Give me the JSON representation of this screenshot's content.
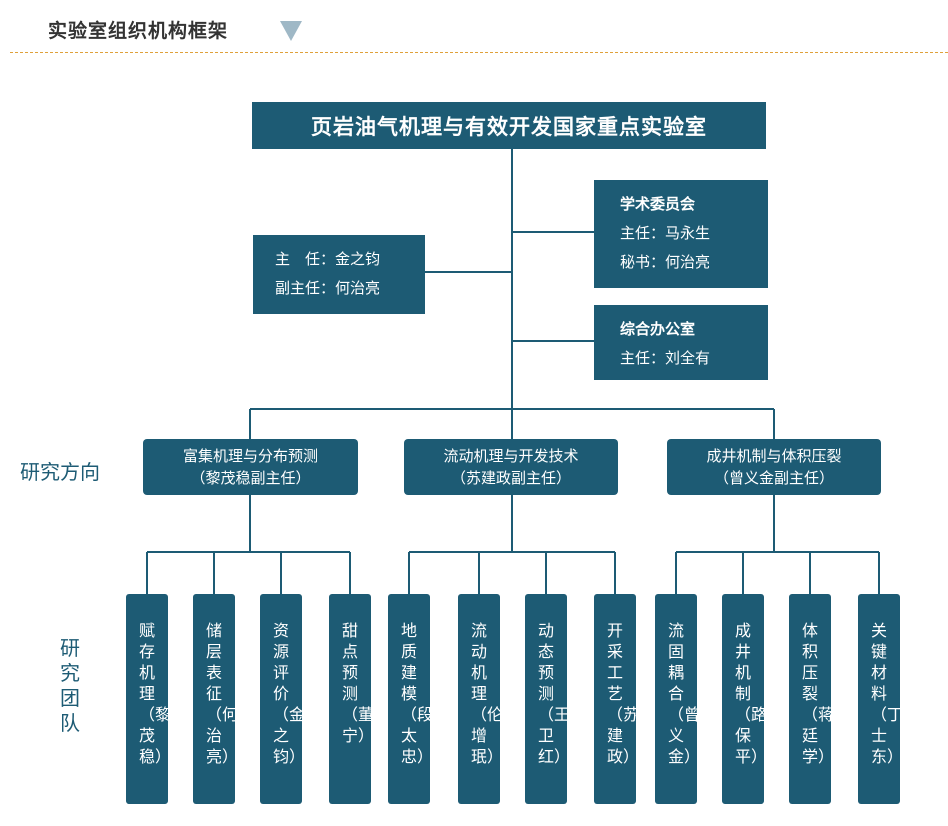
{
  "header": {
    "title": "实验室组织机构框架"
  },
  "root": {
    "name": "页岩油气机理与有效开发国家重点实验室"
  },
  "director": {
    "line1": "主　任：金之钧",
    "line2": "副主任：何治亮"
  },
  "committee": {
    "title": "学术委员会",
    "line1": "主任：马永生",
    "line2": "秘书：何治亮"
  },
  "office": {
    "title": "综合办公室",
    "line1": "主任：刘全有"
  },
  "labels": {
    "directions": "研究方向",
    "teams": "研究团队"
  },
  "directions": [
    {
      "name": "富集机理与分布预测",
      "lead": "（黎茂稳副主任）"
    },
    {
      "name": "流动机理与开发技术",
      "lead": "（苏建政副主任）"
    },
    {
      "name": "成井机制与体积压裂",
      "lead": "（曾义金副主任）"
    }
  ],
  "teams": [
    "赋存机理（黎茂稳）",
    "储层表征（何治亮）",
    "资源评价（金之钧）",
    "甜点预测（董　宁）",
    "地质建模（段太忠）",
    "流动机理（伦增珉）",
    "动态预测（王卫红）",
    "开采工艺（苏建政）",
    "流固耦合（曾义金）",
    "成井机制（路保平）",
    "体积压裂（蒋廷学）",
    "关键材料（丁士东）"
  ],
  "colors": {
    "box": "#1d5b74",
    "line": "#1d5b74",
    "rule": "#e0a13a",
    "triangle": "#9fb8c6"
  }
}
